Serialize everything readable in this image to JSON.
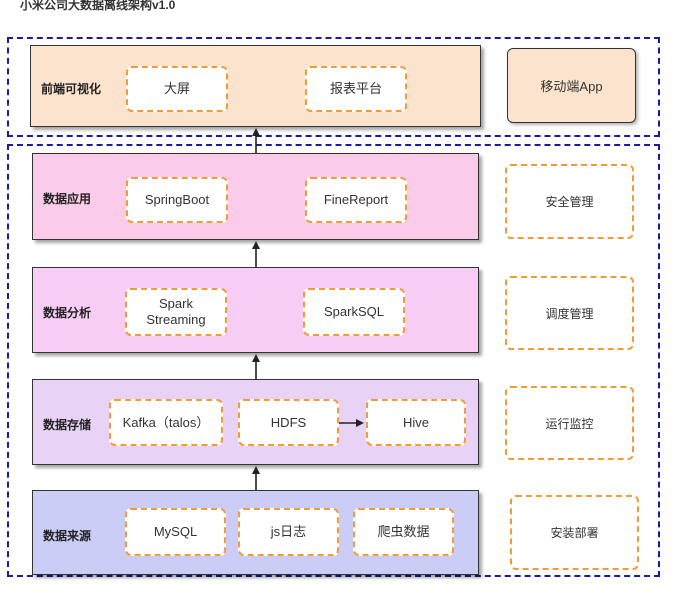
{
  "title": "小米公司大数据离线架构v1.0",
  "frontend": {
    "label": "前端可视化",
    "items": [
      "大屏",
      "报表平台"
    ],
    "mobile": "移动端App"
  },
  "layers": [
    {
      "label": "数据应用",
      "items": [
        "SpringBoot",
        "FineReport"
      ],
      "side": "安全管理"
    },
    {
      "label": "数据分析",
      "items": [
        "Spark\nStreaming",
        "SparkSQL"
      ],
      "side": "调度管理"
    },
    {
      "label": "数据存储",
      "items": [
        "Kafka（talos）",
        "HDFS",
        "Hive"
      ],
      "side": "运行监控"
    },
    {
      "label": "数据来源",
      "items": [
        "MySQL",
        "js日志",
        "爬虫数据"
      ],
      "side": "安装部署"
    }
  ],
  "colors": {
    "group_border": "#1a1aa8",
    "chip_border": "#f29b38",
    "frontend_fill": "#fbe3cd",
    "app_fill": "#fdeeda",
    "analysis_fill": "#fbcbea",
    "analysis2_fill": "#f8cdf5",
    "storage_fill": "#e8d2f6",
    "source_fill": "#cccdf6"
  }
}
